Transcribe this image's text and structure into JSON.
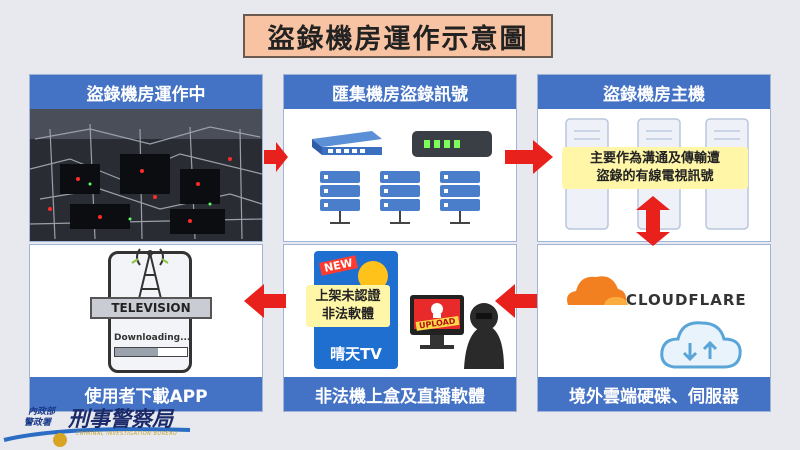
{
  "title": "盜錄機房運作示意圖",
  "panels": {
    "p1": {
      "header": "盜錄機房運作中"
    },
    "p2": {
      "header": "匯集機房盜錄訊號"
    },
    "p3": {
      "header": "盜錄機房主機",
      "note_line1": "主要作為溝通及傳輸遭",
      "note_line2": "盜錄的有線電視訊號"
    },
    "p4": {
      "header": "使用者下載APP",
      "tv_label": "TELEVISION",
      "download_label": "Downloading..."
    },
    "p5": {
      "header": "非法機上盒及直播軟體",
      "note_line1": "上架未認證",
      "note_line2": "非法軟體",
      "app_name": "晴天TV",
      "new_badge": "NEW",
      "upload_label": "UPLOAD"
    },
    "p6": {
      "header": "境外雲端硬碟、伺服器",
      "cloudflare": "CLOUDFLARE"
    }
  },
  "logo": {
    "dept_line1": "內政部",
    "dept_line2": "警政署",
    "name": "刑事警察局",
    "english": "CRIMINAL INVESTIGATION BUREAU"
  },
  "colors": {
    "panel_header": "#4472c4",
    "title_bg": "#f7c3a2",
    "arrow": "#e8211d",
    "note_bg": "#fff6a8"
  }
}
